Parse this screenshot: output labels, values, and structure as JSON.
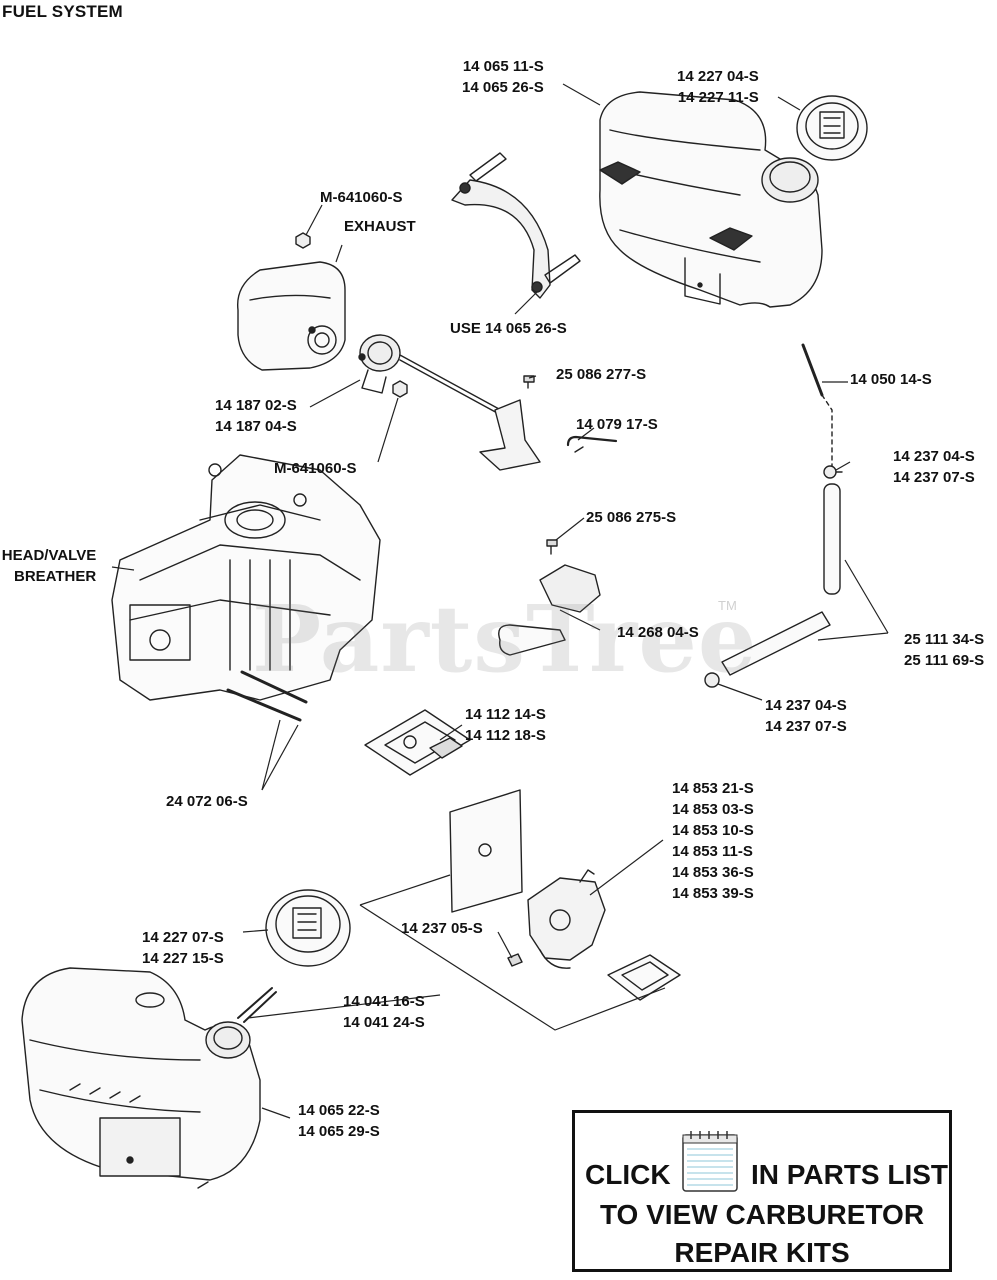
{
  "title": "FUEL SYSTEM",
  "watermark": "PartsTree",
  "watermark_tm": "TM",
  "labels": {
    "tank_top": [
      "14 065 11-S",
      "14 065 26-S"
    ],
    "cap_top": [
      "14 227 04-S",
      "14 227 11-S"
    ],
    "bracket_note": "USE 14 065 26-S",
    "nut_top": "M-641060-S",
    "exhaust": "EXHAUST",
    "muffler_parts": [
      "14 187 02-S",
      "14 187 04-S"
    ],
    "nut_bottom": "M-641060-S",
    "screw_277": "25 086 277-S",
    "rod": "14 079 17-S",
    "filter": "14 050 14-S",
    "clamp_top": [
      "14 237 04-S",
      "14 237 07-S"
    ],
    "screw_275": "25 086 275-S",
    "head_valve": [
      "HEAD/VALVE",
      "BREATHER"
    ],
    "choke_assy": "14 268 04-S",
    "hose": [
      "25 111 34-S",
      "25 111 69-S"
    ],
    "clamp_bottom": [
      "14 237 04-S",
      "14 237 07-S"
    ],
    "gasket": [
      "14 112 14-S",
      "14 112 18-S"
    ],
    "stud": "24 072 06-S",
    "carburetor": [
      "14 853 21-S",
      "14 853 03-S",
      "14 853 10-S",
      "14 853 11-S",
      "14 853 36-S",
      "14 853 39-S"
    ],
    "clamp_carb": "14 237 05-S",
    "cap_bottom": [
      "14 227 07-S",
      "14 227 15-S"
    ],
    "gasket_kit": [
      "14 041 16-S",
      "14 041 24-S"
    ],
    "tank_bottom": [
      "14 065 22-S",
      "14 065 29-S"
    ]
  },
  "kit_box": {
    "click": "CLICK",
    "rest": "IN PARTS LIST",
    "line2": "TO VIEW CARBURETOR",
    "line3": "REPAIR KITS"
  },
  "icons": {
    "notepad": "notepad-icon"
  }
}
